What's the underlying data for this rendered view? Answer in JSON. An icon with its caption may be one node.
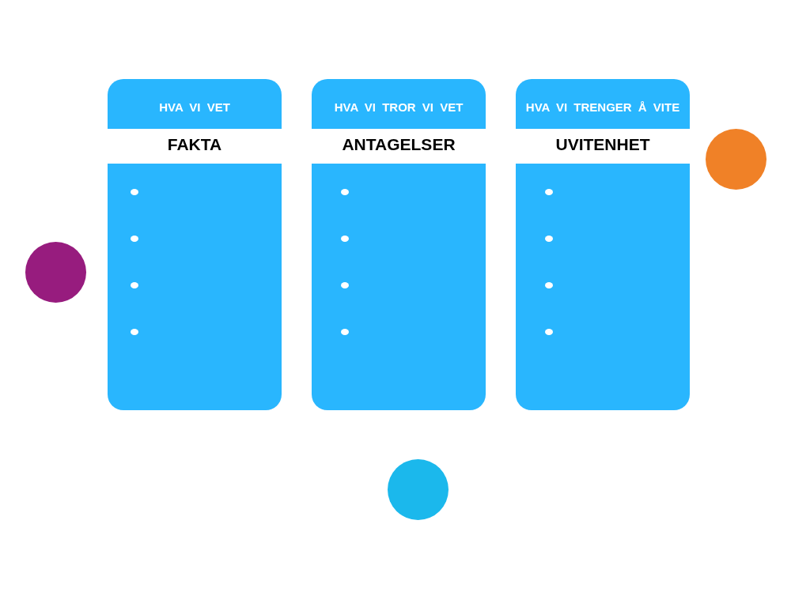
{
  "diagram": {
    "nodes": [
      {
        "text": [
          "HVA VI VET",
          "FAKTA"
        ]
      },
      {
        "text": [
          "HVA VI TROR VI VET",
          "ANTAGELSER"
        ]
      },
      {
        "text": [
          "HVA VI TRENGER Å VITE",
          "UVITENHET"
        ]
      },
      {
        "text": [],
        "shape": "circle"
      },
      {
        "text": [],
        "shape": "circle"
      },
      {
        "text": [],
        "shape": "circle"
      }
    ]
  }
}
